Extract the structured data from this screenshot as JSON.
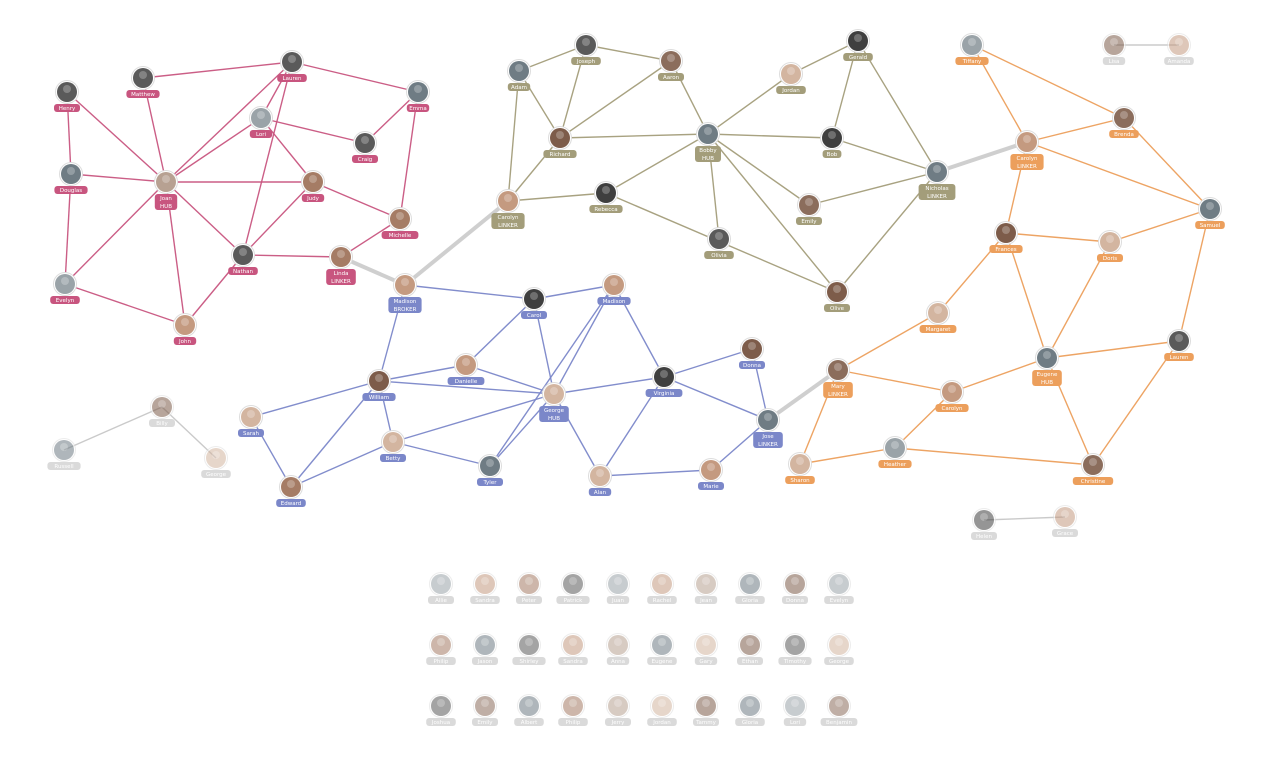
{
  "colors": {
    "pink": "#c8557f",
    "olive": "#a39d7a",
    "blue": "#7b87c9",
    "orange": "#ec9f5c",
    "gray": "#bdbdbd",
    "bridge": "#cccccc"
  },
  "clusters": {
    "pink": {
      "nodes": [
        {
          "id": "henry",
          "name": "Henry"
        },
        {
          "id": "matthew",
          "name": "Matthew"
        },
        {
          "id": "lauren_p",
          "name": "Lauren"
        },
        {
          "id": "emma",
          "name": "Emma"
        },
        {
          "id": "lori",
          "name": "Lori"
        },
        {
          "id": "craig",
          "name": "Craig"
        },
        {
          "id": "douglas",
          "name": "Douglas"
        },
        {
          "id": "joan",
          "name": "Joan",
          "role": "HUB"
        },
        {
          "id": "judy",
          "name": "Judy"
        },
        {
          "id": "michelle",
          "name": "Michelle"
        },
        {
          "id": "nathan",
          "name": "Nathan"
        },
        {
          "id": "linda",
          "name": "Linda",
          "role": "LINKER"
        },
        {
          "id": "evelyn_p",
          "name": "Evelyn"
        },
        {
          "id": "john",
          "name": "John"
        }
      ]
    },
    "olive": {
      "nodes": [
        {
          "id": "adam",
          "name": "Adam"
        },
        {
          "id": "joseph",
          "name": "Joseph"
        },
        {
          "id": "aaron",
          "name": "Aaron"
        },
        {
          "id": "gerald",
          "name": "Gerald"
        },
        {
          "id": "jordan_o",
          "name": "Jordan"
        },
        {
          "id": "richard",
          "name": "Richard"
        },
        {
          "id": "bobby",
          "name": "Bobby",
          "role": "HUB"
        },
        {
          "id": "bob",
          "name": "Bob"
        },
        {
          "id": "nicholas",
          "name": "Nicholas",
          "role": "LINKER"
        },
        {
          "id": "carolyn_o",
          "name": "Carolyn",
          "role": "LINKER"
        },
        {
          "id": "rebecca",
          "name": "Rebecca"
        },
        {
          "id": "emily_o",
          "name": "Emily"
        },
        {
          "id": "olivia",
          "name": "Olivia"
        },
        {
          "id": "olive",
          "name": "Olive"
        }
      ]
    },
    "blue": {
      "nodes": [
        {
          "id": "madison_b",
          "name": "Madison",
          "role": "BROKER"
        },
        {
          "id": "carol",
          "name": "Carol"
        },
        {
          "id": "madison_t",
          "name": "Madison"
        },
        {
          "id": "danielle",
          "name": "Danielle"
        },
        {
          "id": "donna_b",
          "name": "Donna"
        },
        {
          "id": "william",
          "name": "William"
        },
        {
          "id": "george_b",
          "name": "George",
          "role": "HUB"
        },
        {
          "id": "virginia",
          "name": "Virginia"
        },
        {
          "id": "sarah",
          "name": "Sarah"
        },
        {
          "id": "jose",
          "name": "Jose",
          "role": "LINKER"
        },
        {
          "id": "betty",
          "name": "Betty"
        },
        {
          "id": "tyler",
          "name": "Tyler"
        },
        {
          "id": "alan",
          "name": "Alan"
        },
        {
          "id": "marie",
          "name": "Marie"
        },
        {
          "id": "edward",
          "name": "Edward"
        }
      ]
    },
    "orange": {
      "nodes": [
        {
          "id": "tiffany",
          "name": "Tiffany"
        },
        {
          "id": "brenda",
          "name": "Brenda"
        },
        {
          "id": "carolyn_r",
          "name": "Carolyn",
          "role": "LINKER"
        },
        {
          "id": "samuel",
          "name": "Samuel"
        },
        {
          "id": "frances",
          "name": "Frances"
        },
        {
          "id": "doris",
          "name": "Doris"
        },
        {
          "id": "margaret",
          "name": "Margaret"
        },
        {
          "id": "eugene_h",
          "name": "Eugene",
          "role": "HUB"
        },
        {
          "id": "lauren_r",
          "name": "Lauren"
        },
        {
          "id": "mary",
          "name": "Mary",
          "role": "LINKER"
        },
        {
          "id": "carolyn_s",
          "name": "Carolyn"
        },
        {
          "id": "heather",
          "name": "Heather"
        },
        {
          "id": "sharon",
          "name": "Sharon"
        },
        {
          "id": "christine",
          "name": "Christine"
        }
      ]
    },
    "gray": {
      "nodes": [
        {
          "id": "lisa",
          "name": "Lisa"
        },
        {
          "id": "amanda",
          "name": "Amanda"
        },
        {
          "id": "billy",
          "name": "Billy"
        },
        {
          "id": "russell",
          "name": "Russell"
        },
        {
          "id": "george_g",
          "name": "George"
        },
        {
          "id": "helen",
          "name": "Helen"
        },
        {
          "id": "grace",
          "name": "Grace"
        }
      ]
    }
  },
  "edges": {
    "pink": [
      [
        "henry",
        "douglas"
      ],
      [
        "henry",
        "joan"
      ],
      [
        "matthew",
        "lauren_p"
      ],
      [
        "matthew",
        "joan"
      ],
      [
        "lauren_p",
        "emma"
      ],
      [
        "lauren_p",
        "joan"
      ],
      [
        "lauren_p",
        "lori"
      ],
      [
        "lauren_p",
        "nathan"
      ],
      [
        "emma",
        "craig"
      ],
      [
        "emma",
        "michelle"
      ],
      [
        "lori",
        "craig"
      ],
      [
        "lori",
        "joan"
      ],
      [
        "lori",
        "judy"
      ],
      [
        "douglas",
        "joan"
      ],
      [
        "douglas",
        "evelyn_p"
      ],
      [
        "joan",
        "judy"
      ],
      [
        "joan",
        "nathan"
      ],
      [
        "joan",
        "evelyn_p"
      ],
      [
        "joan",
        "john"
      ],
      [
        "judy",
        "nathan"
      ],
      [
        "judy",
        "michelle"
      ],
      [
        "michelle",
        "linda"
      ],
      [
        "nathan",
        "linda"
      ],
      [
        "nathan",
        "john"
      ],
      [
        "evelyn_p",
        "john"
      ]
    ],
    "olive": [
      [
        "adam",
        "joseph"
      ],
      [
        "adam",
        "richard"
      ],
      [
        "adam",
        "carolyn_o"
      ],
      [
        "joseph",
        "aaron"
      ],
      [
        "joseph",
        "richard"
      ],
      [
        "aaron",
        "bobby"
      ],
      [
        "aaron",
        "richard"
      ],
      [
        "gerald",
        "jordan_o"
      ],
      [
        "gerald",
        "bob"
      ],
      [
        "gerald",
        "nicholas"
      ],
      [
        "jordan_o",
        "bobby"
      ],
      [
        "richard",
        "bobby"
      ],
      [
        "richard",
        "carolyn_o"
      ],
      [
        "bobby",
        "bob"
      ],
      [
        "bobby",
        "rebecca"
      ],
      [
        "bobby",
        "olivia"
      ],
      [
        "bobby",
        "emily_o"
      ],
      [
        "bobby",
        "olive"
      ],
      [
        "bob",
        "nicholas"
      ],
      [
        "carolyn_o",
        "rebecca"
      ],
      [
        "rebecca",
        "olive"
      ],
      [
        "emily_o",
        "nicholas"
      ],
      [
        "nicholas",
        "olive"
      ]
    ],
    "blue": [
      [
        "madison_b",
        "carol"
      ],
      [
        "madison_b",
        "william"
      ],
      [
        "carol",
        "madison_t"
      ],
      [
        "carol",
        "danielle"
      ],
      [
        "carol",
        "george_b"
      ],
      [
        "madison_t",
        "george_b"
      ],
      [
        "madison_t",
        "virginia"
      ],
      [
        "madison_t",
        "tyler"
      ],
      [
        "danielle",
        "william"
      ],
      [
        "danielle",
        "george_b"
      ],
      [
        "donna_b",
        "virginia"
      ],
      [
        "donna_b",
        "jose"
      ],
      [
        "william",
        "sarah"
      ],
      [
        "william",
        "george_b"
      ],
      [
        "william",
        "betty"
      ],
      [
        "william",
        "edward"
      ],
      [
        "george_b",
        "virginia"
      ],
      [
        "george_b",
        "betty"
      ],
      [
        "george_b",
        "tyler"
      ],
      [
        "george_b",
        "alan"
      ],
      [
        "virginia",
        "jose"
      ],
      [
        "virginia",
        "alan"
      ],
      [
        "sarah",
        "edward"
      ],
      [
        "betty",
        "tyler"
      ],
      [
        "betty",
        "edward"
      ],
      [
        "alan",
        "marie"
      ],
      [
        "jose",
        "marie"
      ]
    ],
    "orange": [
      [
        "tiffany",
        "carolyn_r"
      ],
      [
        "tiffany",
        "brenda"
      ],
      [
        "brenda",
        "carolyn_r"
      ],
      [
        "brenda",
        "samuel"
      ],
      [
        "carolyn_r",
        "samuel"
      ],
      [
        "carolyn_r",
        "frances"
      ],
      [
        "frances",
        "doris"
      ],
      [
        "frances",
        "margaret"
      ],
      [
        "frances",
        "eugene_h"
      ],
      [
        "doris",
        "samuel"
      ],
      [
        "doris",
        "eugene_h"
      ],
      [
        "samuel",
        "lauren_r"
      ],
      [
        "margaret",
        "mary"
      ],
      [
        "eugene_h",
        "lauren_r"
      ],
      [
        "eugene_h",
        "carolyn_s"
      ],
      [
        "eugene_h",
        "christine"
      ],
      [
        "lauren_r",
        "christine"
      ],
      [
        "mary",
        "carolyn_s"
      ],
      [
        "mary",
        "sharon"
      ],
      [
        "carolyn_s",
        "heather"
      ],
      [
        "heather",
        "sharon"
      ],
      [
        "heather",
        "christine"
      ]
    ],
    "gray": [
      [
        "lisa",
        "amanda"
      ],
      [
        "billy",
        "russell"
      ],
      [
        "billy",
        "george_g"
      ],
      [
        "helen",
        "grace"
      ]
    ],
    "bridge": [
      [
        "linda",
        "madison_b"
      ],
      [
        "madison_b",
        "carolyn_o"
      ],
      [
        "nicholas",
        "carolyn_r"
      ],
      [
        "jose",
        "mary"
      ]
    ]
  },
  "unconnected_rows": [
    [
      "Allie",
      "Sandra",
      "Peter",
      "Patrick",
      "Juan",
      "Rachel",
      "Jean",
      "Gloria",
      "Donna",
      "Evelyn"
    ],
    [
      "Philip",
      "Jason",
      "Shirley",
      "Sandra",
      "Anna",
      "Eugene",
      "Gary",
      "Ethan",
      "Timothy",
      "George"
    ],
    [
      "Joshua",
      "Emily",
      "Albert",
      "Philip",
      "Jerry",
      "Jordan",
      "Tammy",
      "Gloria",
      "Lori",
      "Benjamin"
    ]
  ]
}
